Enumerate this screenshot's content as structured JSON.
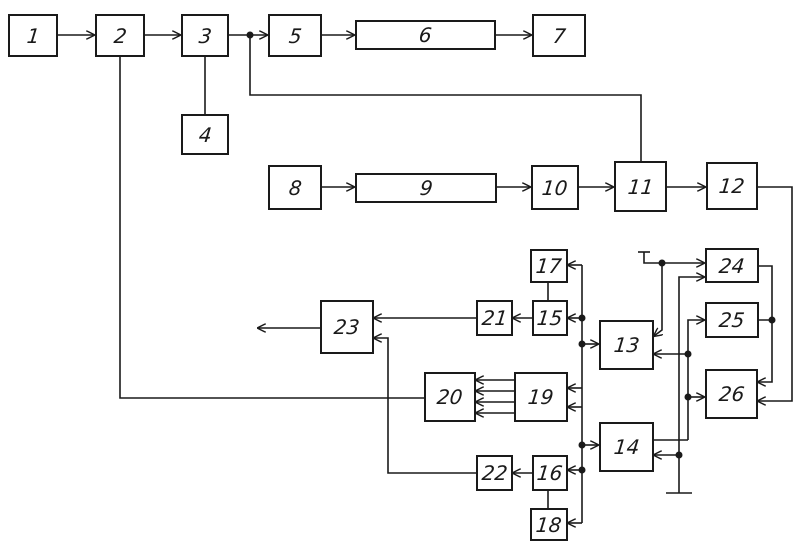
{
  "blocks": [
    {
      "id": "b1",
      "label": "1"
    },
    {
      "id": "b2",
      "label": "2"
    },
    {
      "id": "b3",
      "label": "3"
    },
    {
      "id": "b4",
      "label": "4"
    },
    {
      "id": "b5",
      "label": "5"
    },
    {
      "id": "b6",
      "label": "6"
    },
    {
      "id": "b7",
      "label": "7"
    },
    {
      "id": "b8",
      "label": "8"
    },
    {
      "id": "b9",
      "label": "9"
    },
    {
      "id": "b10",
      "label": "10"
    },
    {
      "id": "b11",
      "label": "11"
    },
    {
      "id": "b12",
      "label": "12"
    },
    {
      "id": "b13",
      "label": "13"
    },
    {
      "id": "b14",
      "label": "14"
    },
    {
      "id": "b15",
      "label": "15"
    },
    {
      "id": "b16",
      "label": "16"
    },
    {
      "id": "b17",
      "label": "17"
    },
    {
      "id": "b18",
      "label": "18"
    },
    {
      "id": "b19",
      "label": "19"
    },
    {
      "id": "b20",
      "label": "20"
    },
    {
      "id": "b21",
      "label": "21"
    },
    {
      "id": "b22",
      "label": "22"
    },
    {
      "id": "b23",
      "label": "23"
    },
    {
      "id": "b24",
      "label": "24"
    },
    {
      "id": "b25",
      "label": "25"
    },
    {
      "id": "b26",
      "label": "26"
    }
  ],
  "colors": {
    "line": "#1a1a1a",
    "background": "#ffffff"
  }
}
